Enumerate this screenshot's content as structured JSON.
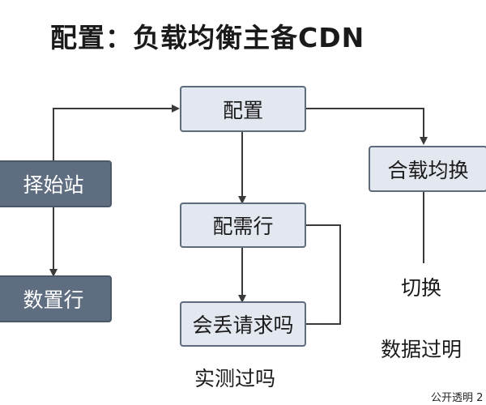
{
  "title": "配置：负载均衡主备CDN",
  "nodes": {
    "config": "配置",
    "select_station": "择始站",
    "data_row": "数置行",
    "config_demand": "配需行",
    "request_loss": "会丢请求吗",
    "lb_switch": "合载均换"
  },
  "labels": {
    "switch": "切换",
    "data_transparent": "数据过明",
    "test_real": "实测过吗"
  },
  "footer": "公开透明 2"
}
